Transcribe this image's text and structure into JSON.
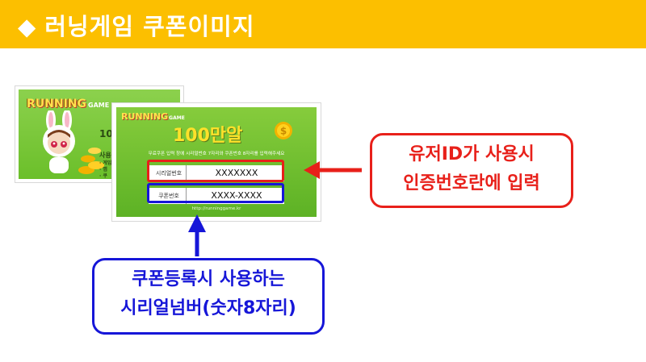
{
  "header": {
    "bullet": "◆",
    "title": "러닝게임 쿠폰이미지"
  },
  "coupon_back": {
    "logo": "RUNNING",
    "logo_sub": "GAME",
    "fragment_amount": "10",
    "fragment_text": "사용방",
    "fragment_list": [
      "· 게임",
      "· 앱",
      "· 쿠"
    ]
  },
  "coupon_front": {
    "logo": "RUNNING",
    "logo_sub": "GAME",
    "amount": "100만알",
    "instruction": "무료쿠폰 입력 창에 시리얼번호 7자리와 쿠폰번호 8자리를 입력해주세요",
    "serial_label": "시리얼번호",
    "serial_value": "XXXXXXX",
    "coupon_label": "쿠폰번호",
    "coupon_value": "XXXX-XXXX",
    "url": "http://runninggame.kr"
  },
  "callouts": {
    "red": [
      "유저ID가 사용시",
      "인증번호란에 입력"
    ],
    "blue": [
      "쿠폰등록시 사용하는",
      "시리얼넘버(숫자8자리)"
    ]
  },
  "colors": {
    "header": "#fcbf00",
    "red": "#e8201a",
    "blue": "#1616d8",
    "coupon_green": "#6bbf2a"
  }
}
